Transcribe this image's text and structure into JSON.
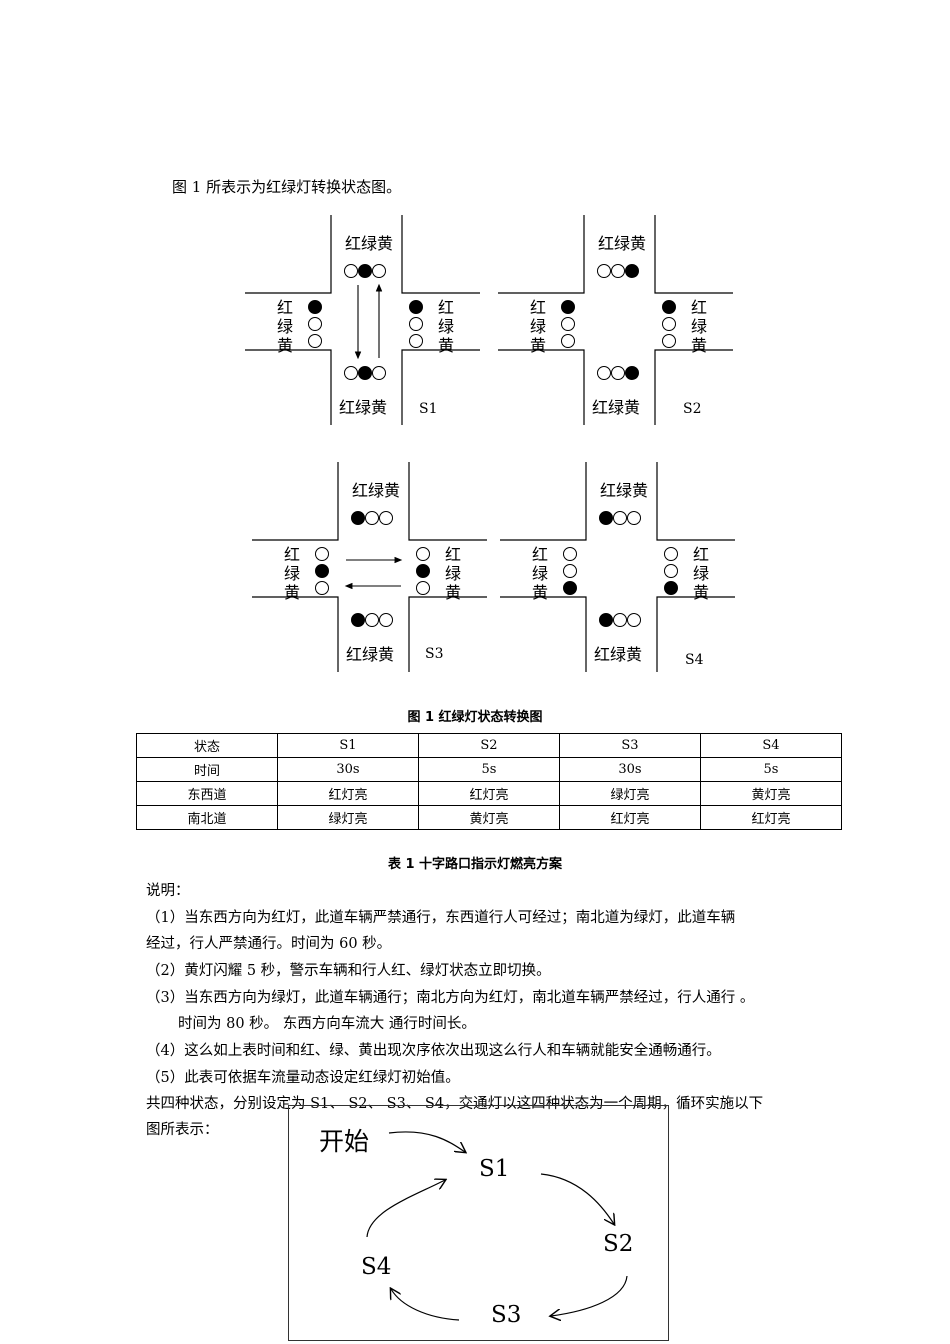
{
  "intro": "图 1 所表示为红绿灯转换状态图。",
  "light_label_h": "红绿黄",
  "light_label_v": [
    "红",
    "绿",
    "黄"
  ],
  "states": [
    {
      "label": "S1",
      "ns_lit": "green",
      "ew_lit": "red",
      "arrows": "vertical"
    },
    {
      "label": "S2",
      "ns_lit": "yellow",
      "ew_lit": "red",
      "arrows": "none"
    },
    {
      "label": "S3",
      "ns_lit": "red",
      "ew_lit": "green",
      "arrows": "horizontal"
    },
    {
      "label": "S4",
      "ns_lit": "red",
      "ew_lit": "yellow",
      "arrows": "none"
    }
  ],
  "figure_caption": "图 1  红绿灯状态转换图",
  "table": {
    "rows": [
      [
        "状态",
        "S1",
        "S2",
        "S3",
        "S4"
      ],
      [
        "时间",
        "30s",
        "5s",
        "30s",
        "5s"
      ],
      [
        "东西道",
        "红灯亮",
        "红灯亮",
        "绿灯亮",
        "黄灯亮"
      ],
      [
        "南北道",
        "绿灯亮",
        "黄灯亮",
        "红灯亮",
        "红灯亮"
      ]
    ]
  },
  "table_caption": "表 1  十字路口指示灯燃亮方案",
  "notes": {
    "heading": "说明：",
    "line1a": "（1）当东西方向为红灯，此道车辆严禁通行，东西道行人可经过；南北道为绿灯，此道车辆",
    "line1b": "经过，行人严禁通行。时间为 60 秒。",
    "line2": "（2）黄灯闪耀 5 秒，警示车辆和行人红、绿灯状态立即切换。",
    "line3a": "（3）当东西方向为绿灯，此道车辆通行；南北方向为红灯，南北道车辆严禁经过，行人通行 。",
    "line3b": "时间为 80 秒。  东西方向车流大  通行时间长。",
    "line4": "（4）这么如上表时间和红、绿、黄出现次序依次出现这么行人和车辆就能安全通畅通行。",
    "line5": "（5）此表可依据车流量动态设定红绿灯初始值。",
    "line6": " 共四种状态，分别设定为 S1、 S2、 S3、 S4，交通灯以这四种状态为一个周期，循环实施以下",
    "line7": "图所表示："
  },
  "flow": {
    "start": "开始",
    "s1": "S1",
    "s2": "S2",
    "s3": "S3",
    "s4": "S4"
  }
}
